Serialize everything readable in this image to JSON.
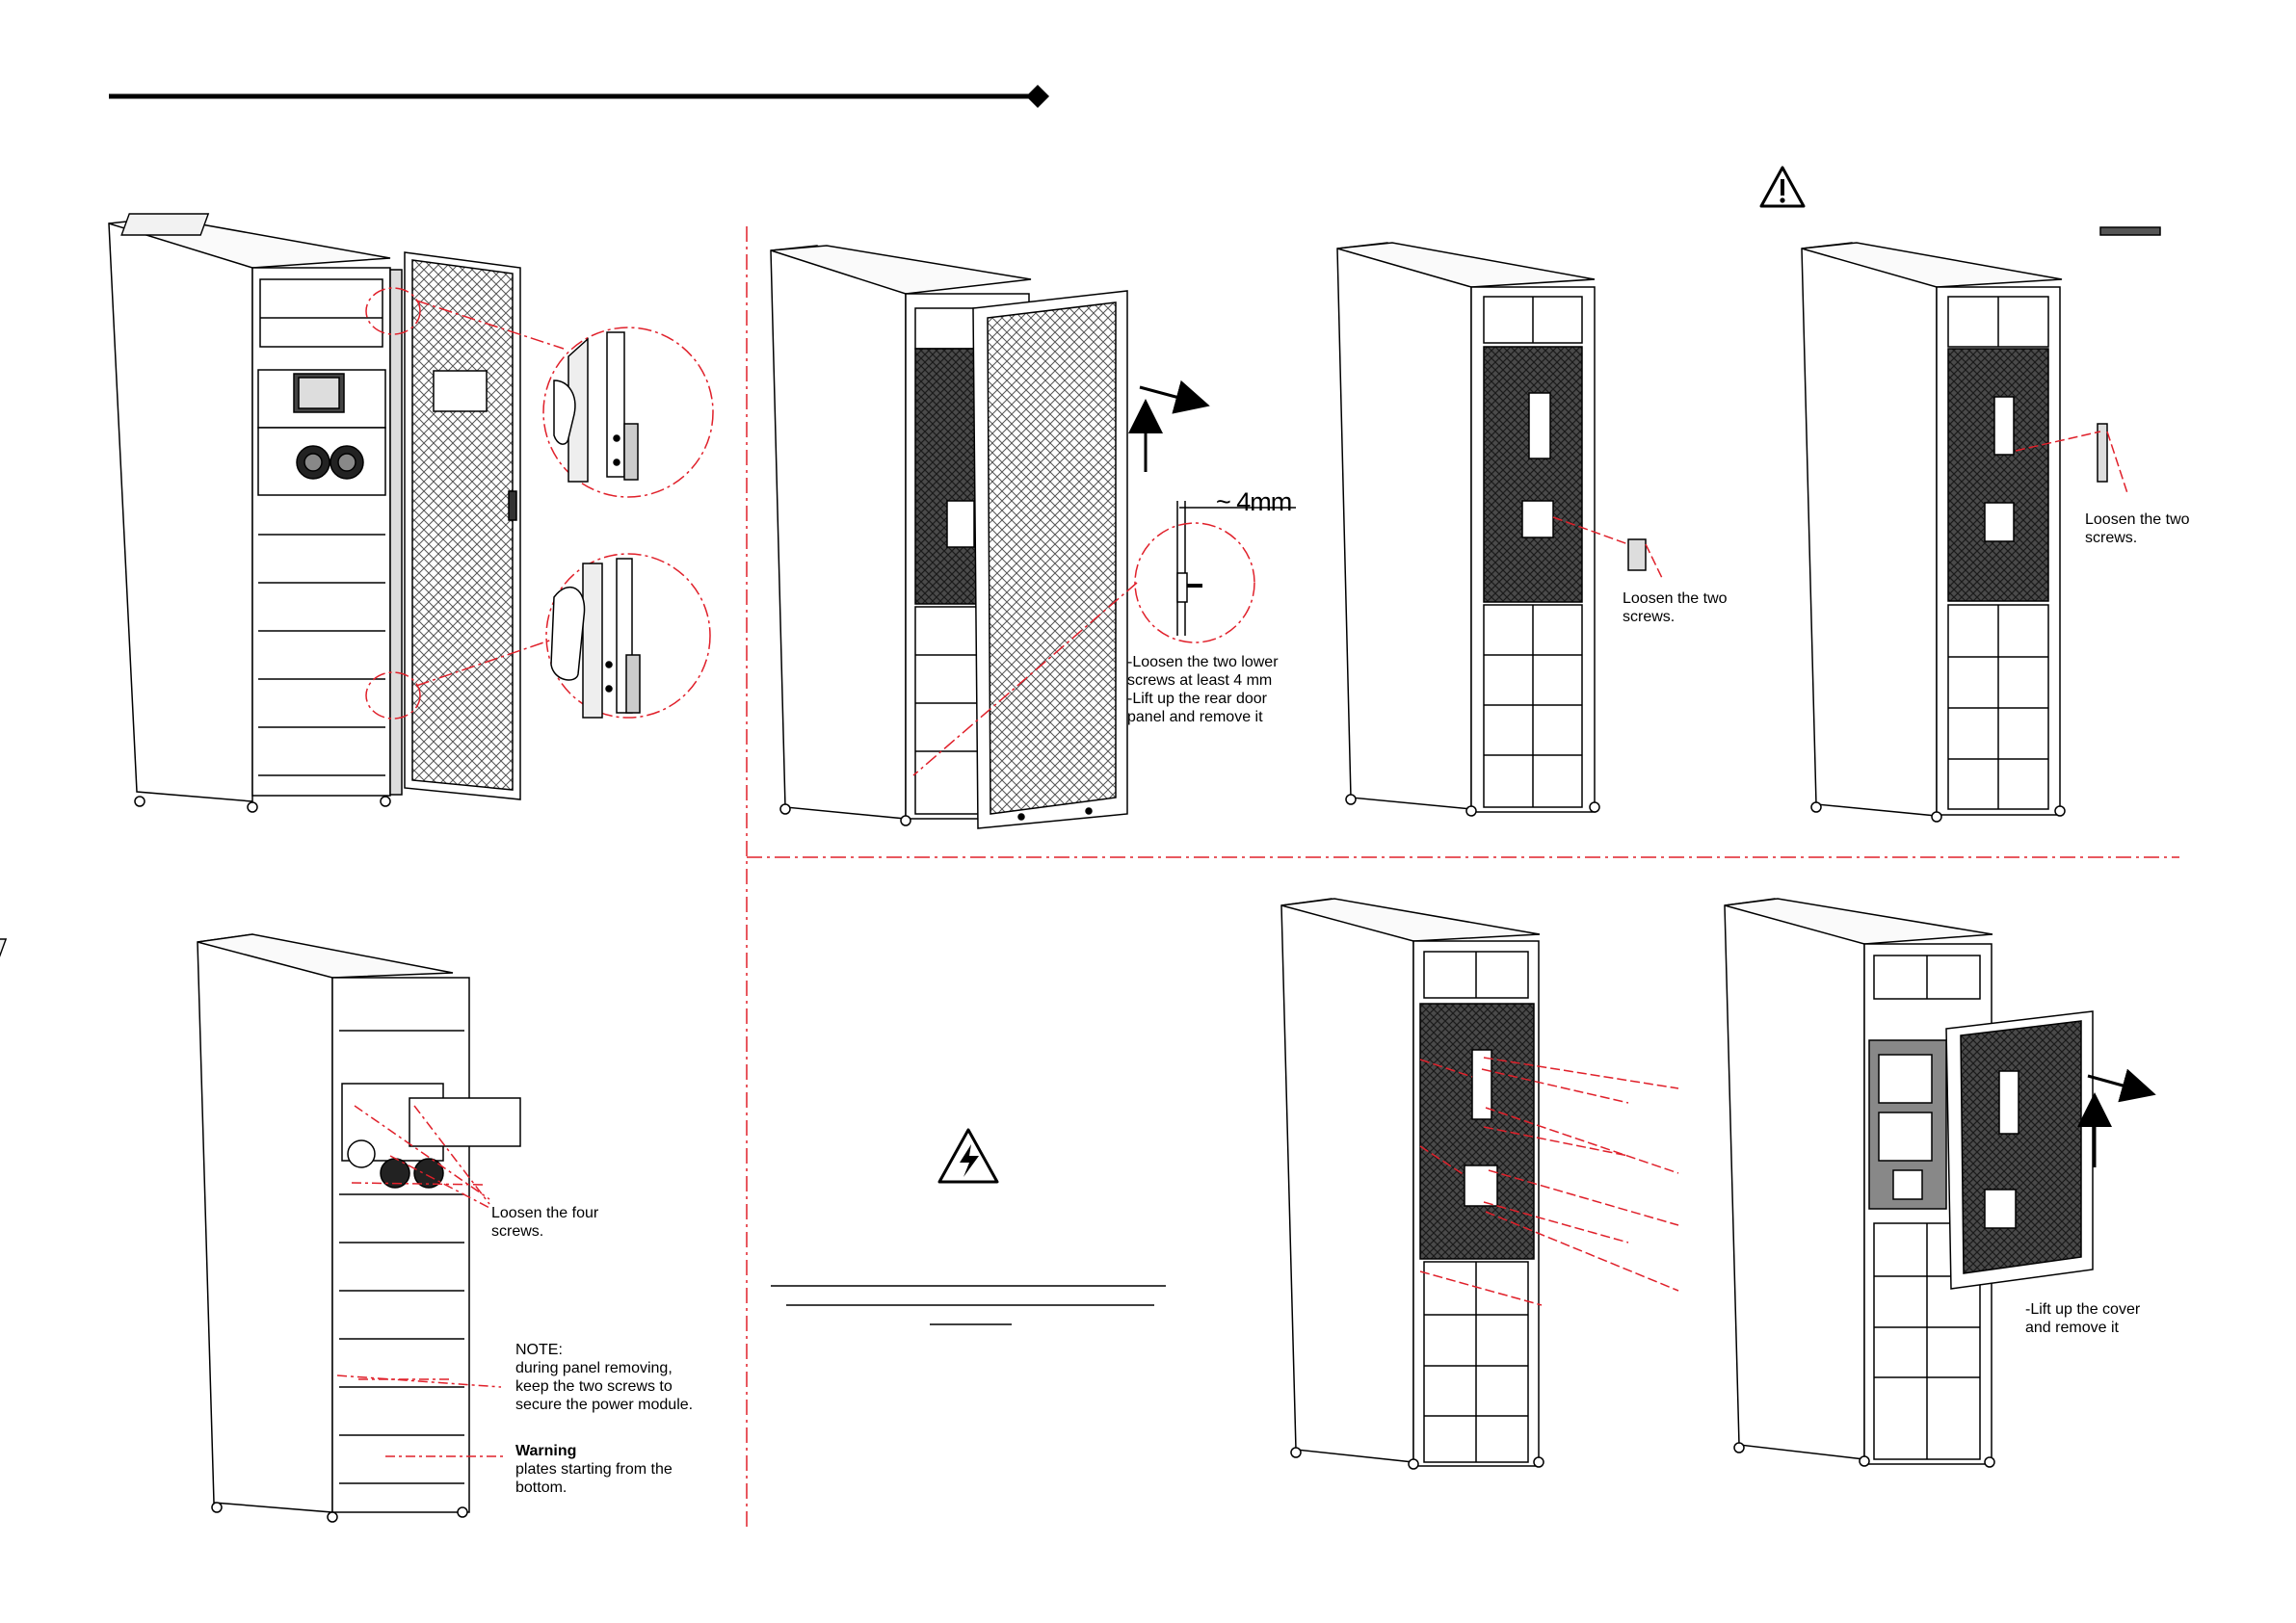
{
  "labels": {
    "loosen_lower": "-Loosen the two lower\nscrews at least 4 mm\n-Lift up the rear door\npanel and remove it",
    "gap": "~ 4mm",
    "loosen_two_a": "Loosen the two\nscrews.",
    "loosen_two_b": "Loosen the two\nscrews.",
    "loosen_four": "Loosen the four\nscrews.",
    "note": "NOTE:\nduring panel removing,\nkeep the two screws to\nsecure the power module.",
    "warning_title": "Warning",
    "warning_body": "plates starting from the\nbottom.",
    "lift_cover": "-Lift up the cover\nand remove it"
  },
  "icons": {
    "caution": "exclamation-triangle-icon",
    "electric": "lightning-triangle-icon"
  },
  "colors": {
    "line": "#000000",
    "callout": "#e0202a"
  }
}
